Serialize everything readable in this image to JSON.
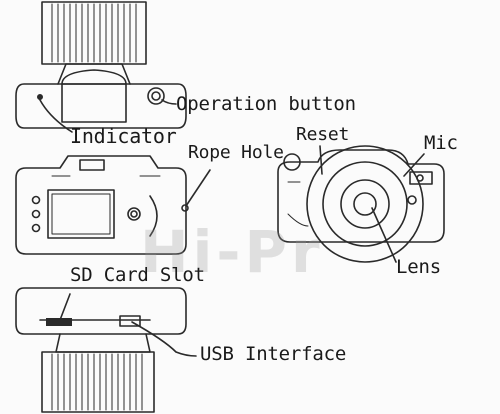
{
  "labels": {
    "operation_button": "Operation button",
    "indicator": "Indicator",
    "rope_hole": "Rope Hole",
    "reset": "Reset",
    "mic": "Mic",
    "lens": "Lens",
    "sd_card_slot": "SD Card Slot",
    "usb_interface": "USB Interface"
  },
  "watermark": "Hi-Pr",
  "colors": {
    "line": "#2a2a2a",
    "text": "#1a1a1a",
    "watermark": "#969696"
  }
}
